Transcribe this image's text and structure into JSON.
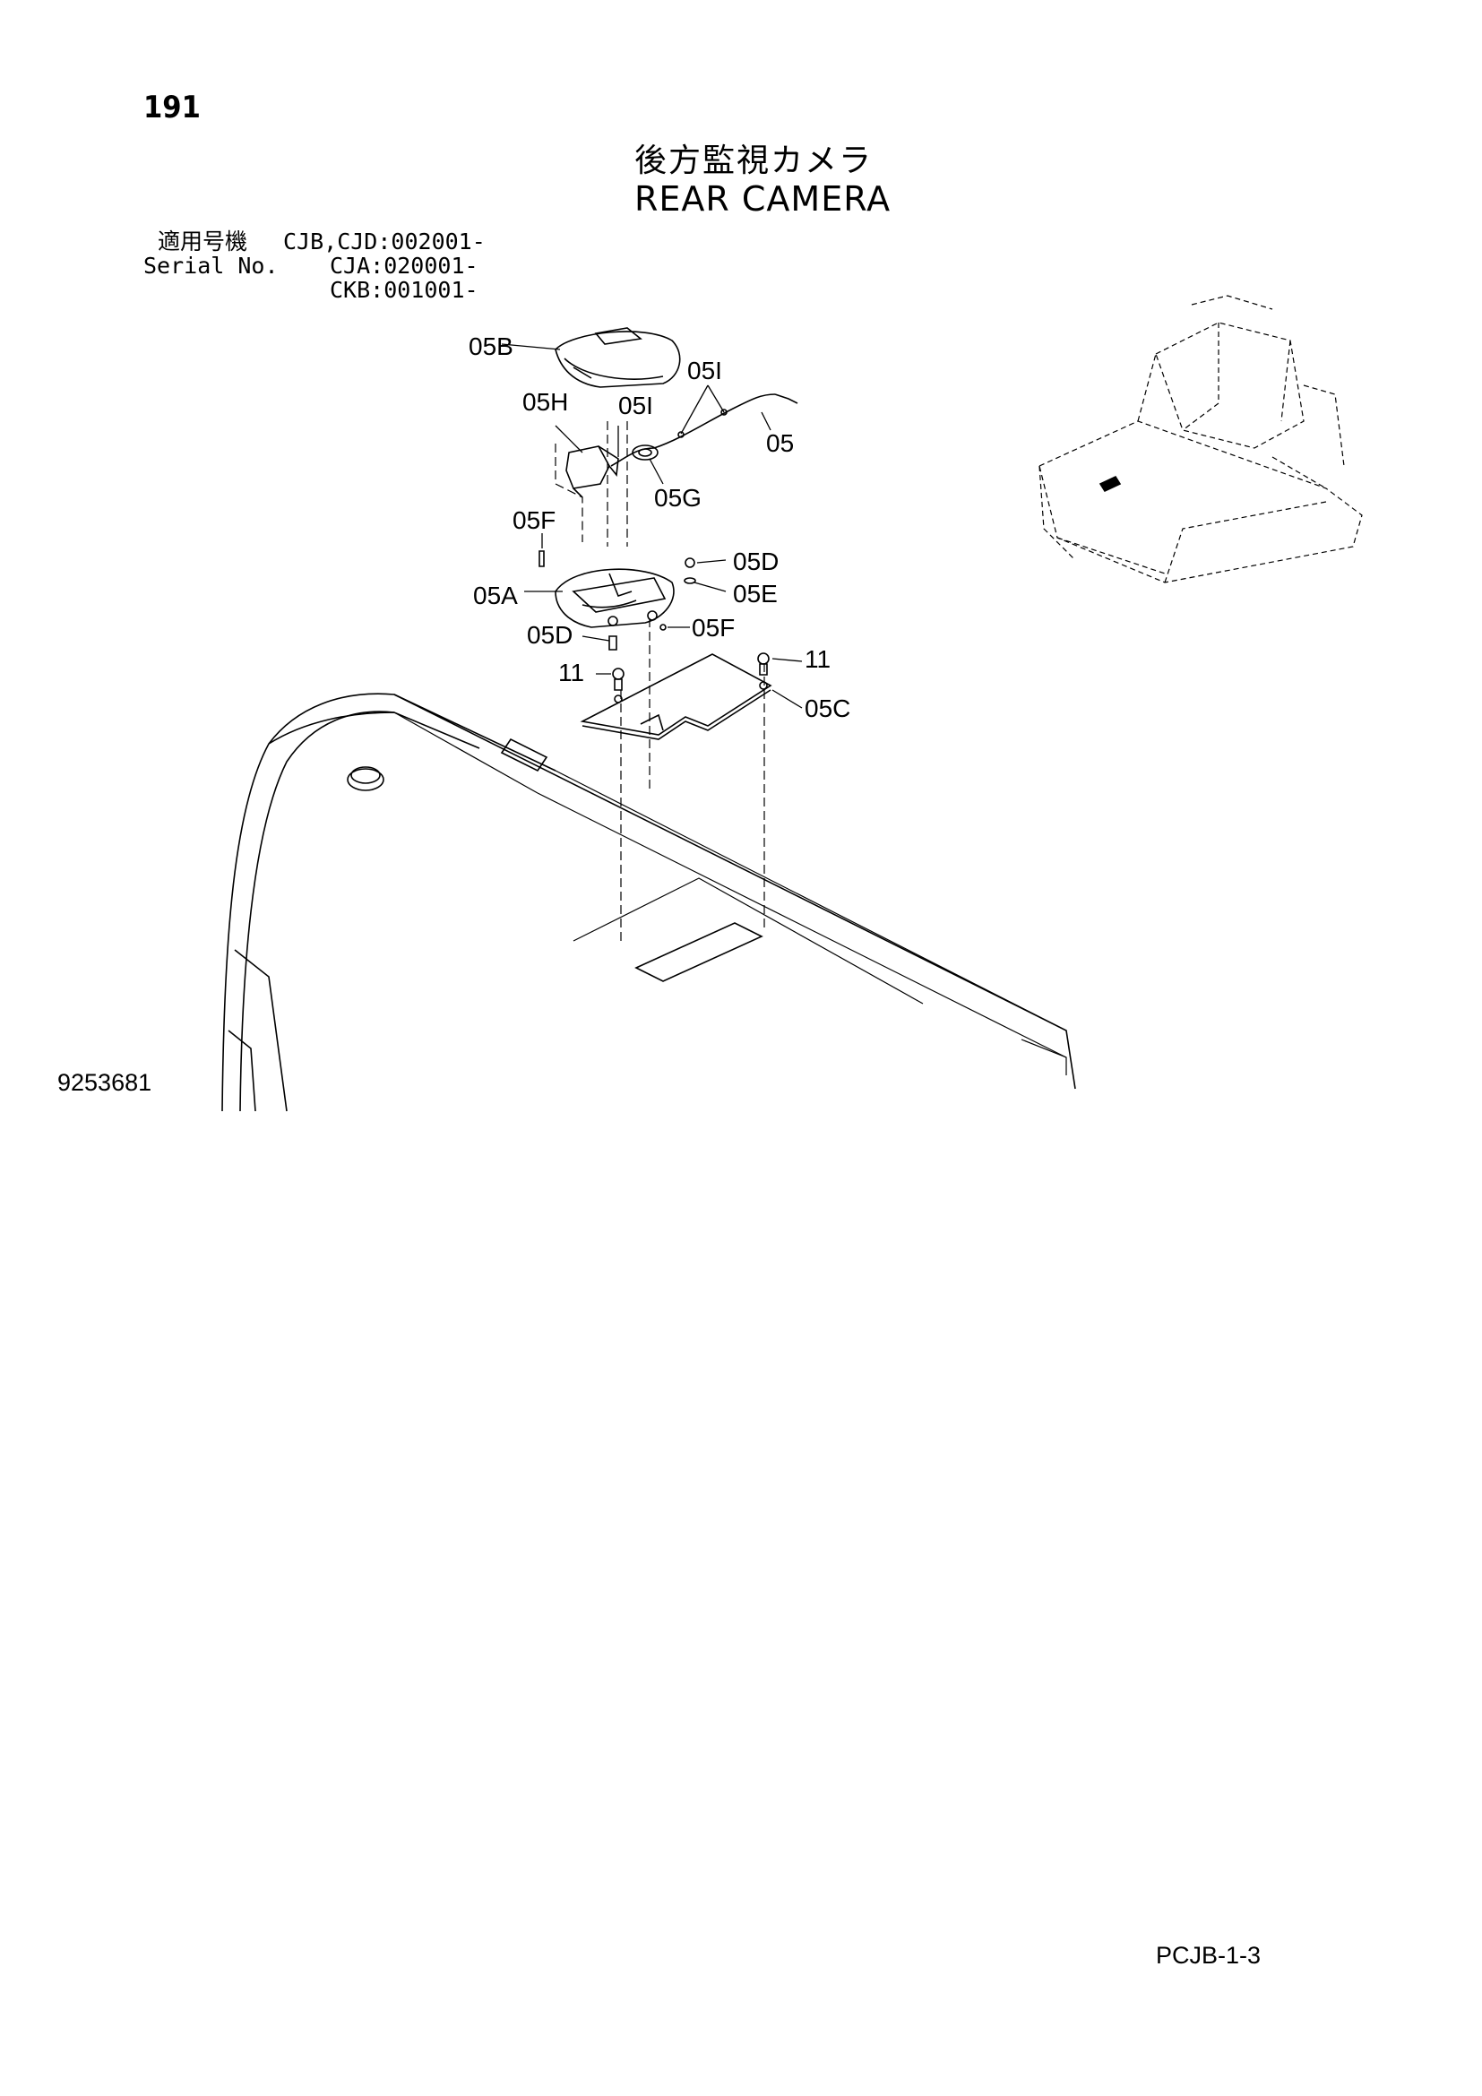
{
  "page_number": "191",
  "title": {
    "jp": "後方監視カメラ",
    "en": "REAR CAMERA"
  },
  "serial": {
    "label_jp": "適用号機",
    "label_en": "Serial No.",
    "lines": [
      "CJB,CJD:002001-",
      "CJA:020001-",
      "CKB:001001-"
    ]
  },
  "callouts": {
    "c05B": "05B",
    "c05I_a": "05I",
    "c05H": "05H",
    "c05I_b": "05I",
    "c05": "05",
    "c05G": "05G",
    "c05F_a": "05F",
    "c05D_a": "05D",
    "c05E": "05E",
    "c05A": "05A",
    "c05D_b": "05D",
    "c05F_b": "05F",
    "c11_a": "11",
    "c11_b": "11",
    "c05C": "05C"
  },
  "drawing_number": "9253681",
  "page_code": "PCJB-1-3"
}
